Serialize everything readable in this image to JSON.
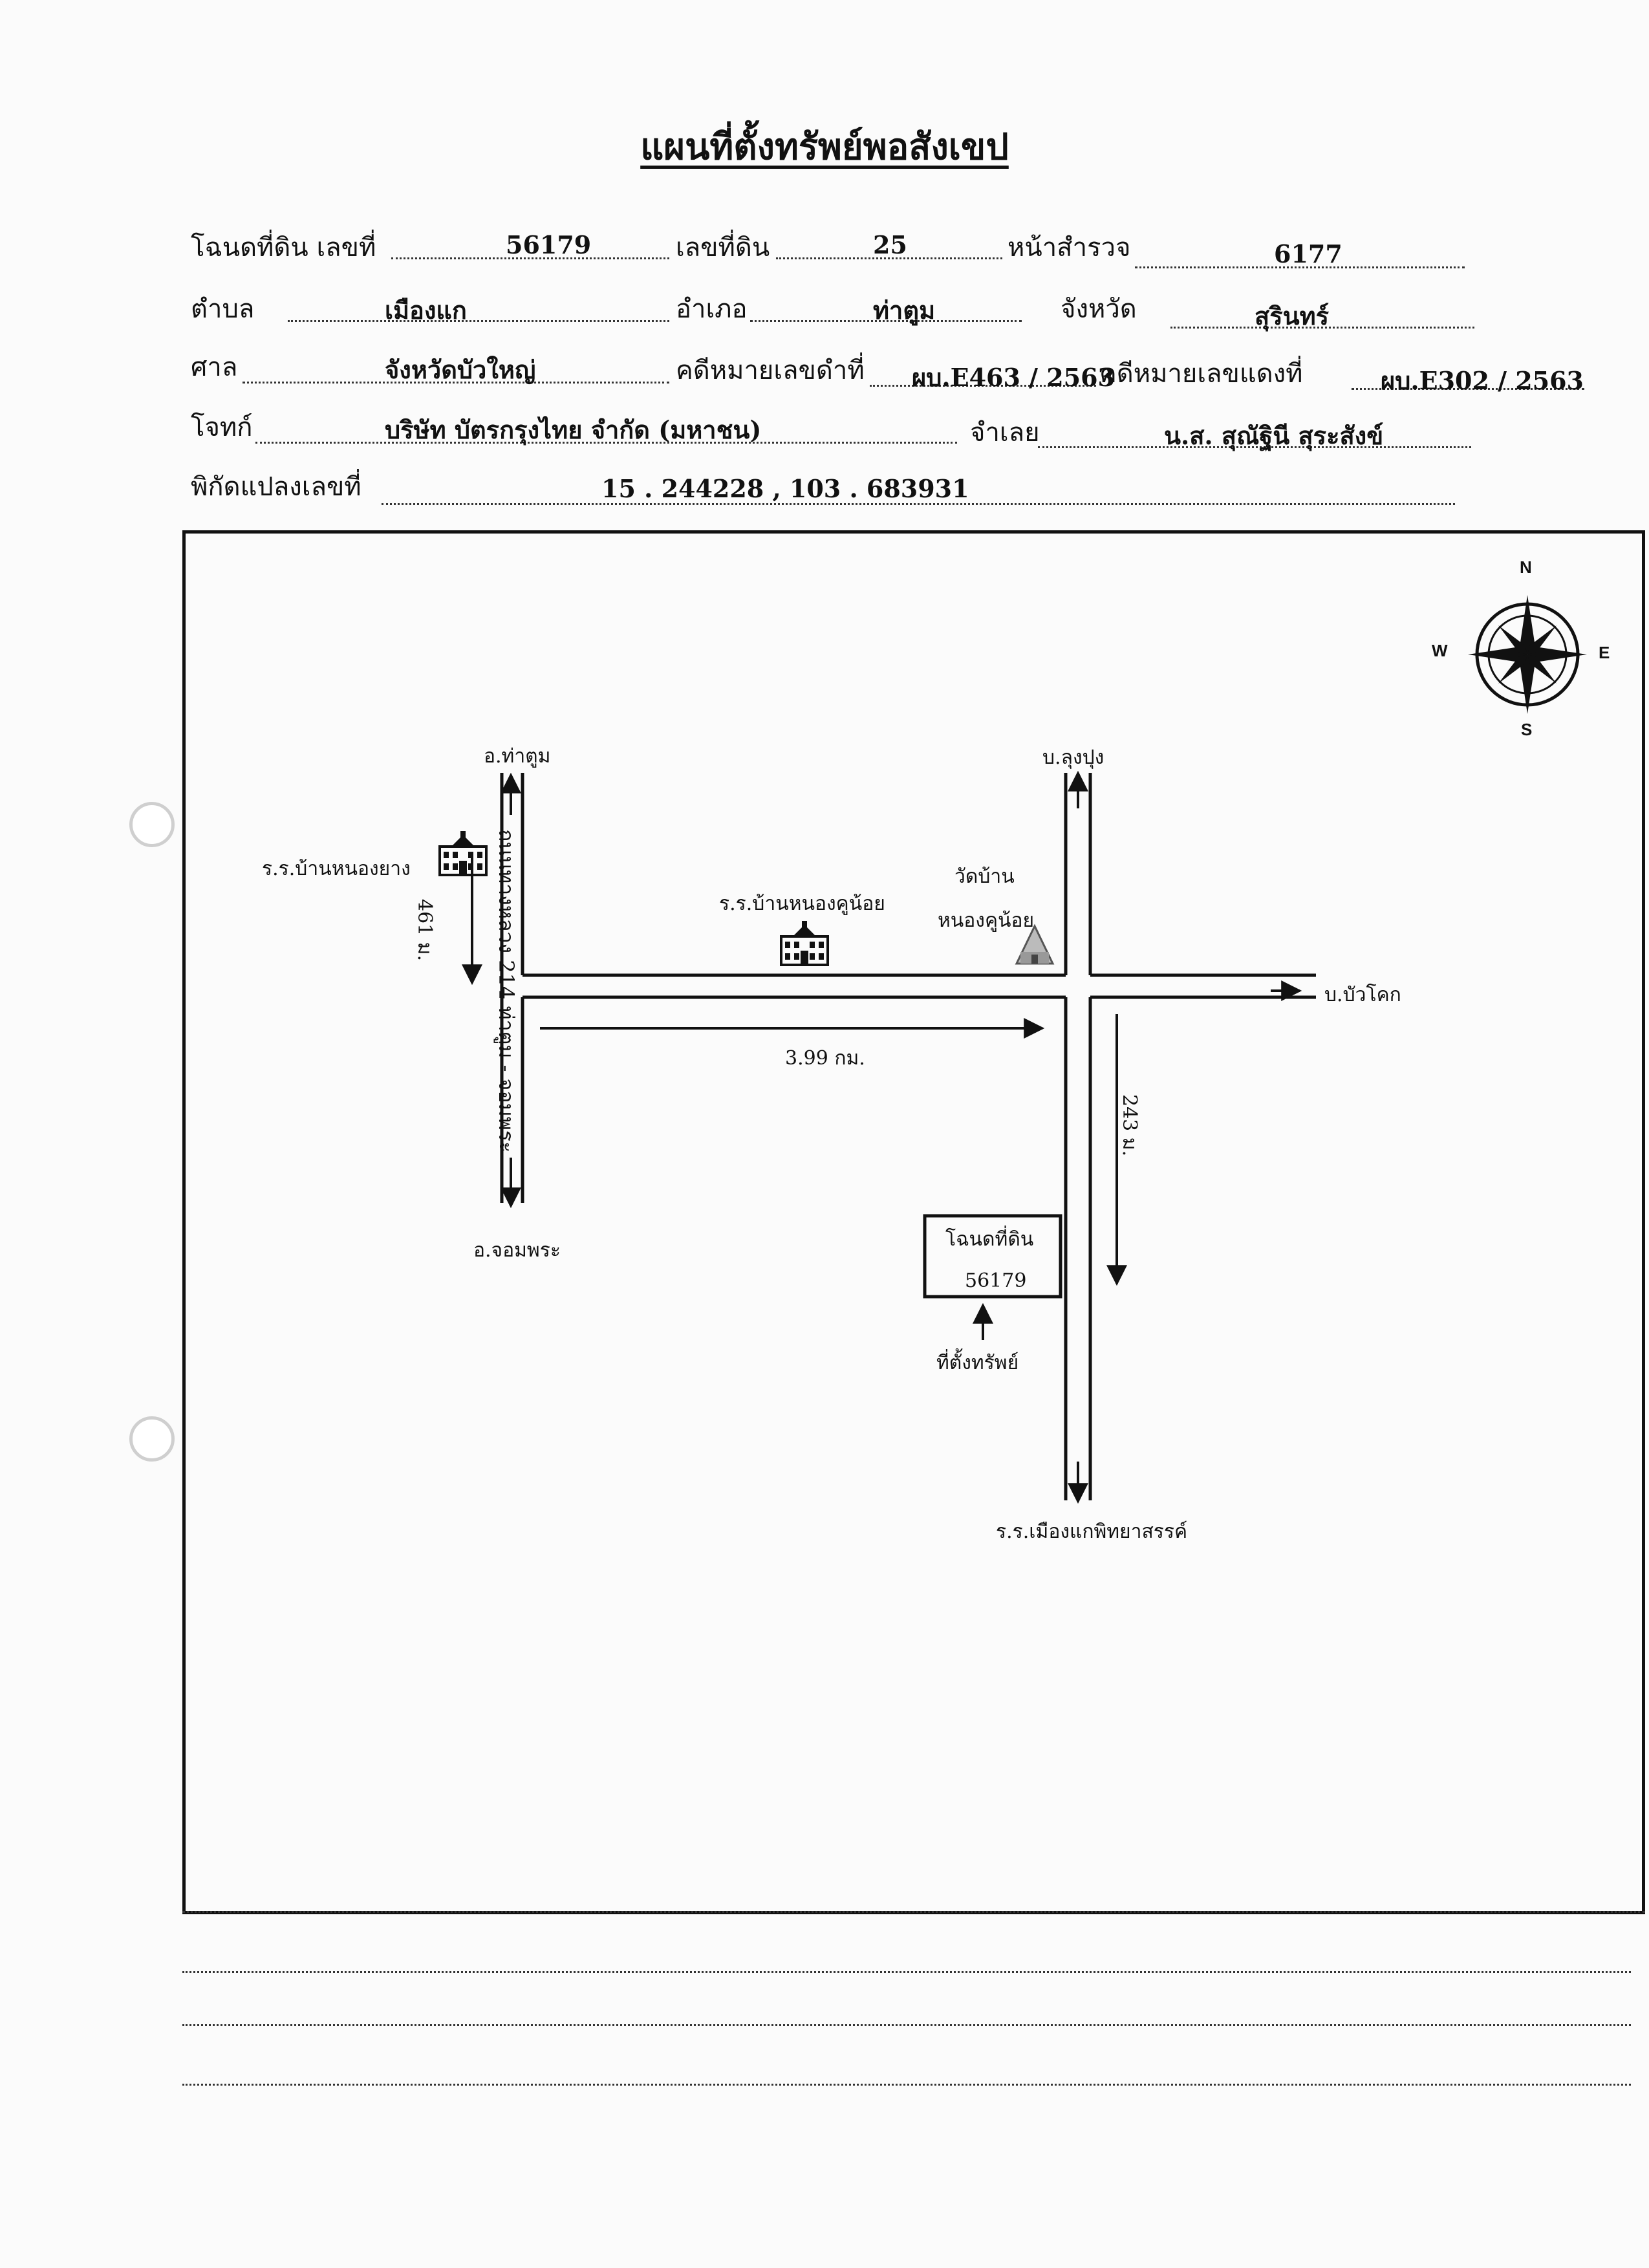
{
  "title": "แผนที่ตั้งทรัพย์พอสังเขป",
  "header": {
    "deed_label": "โฉนดที่ดิน เลขที่",
    "deed_no": "56179",
    "land_no_label": "เลขที่ดิน",
    "land_no": "25",
    "survey_label": "หน้าสำรวจ",
    "survey_no": "6177",
    "subdistrict_label": "ตำบล",
    "subdistrict": "เมืองแก",
    "district_label": "อำเภอ",
    "district": "ท่าตูม",
    "province_label": "จังหวัด",
    "province": "สุรินทร์",
    "court_label": "ศาล",
    "court": "จังหวัดบัวใหญ่",
    "black_case_label": "คดีหมายเลขดำที่",
    "black_case": "ผบ.E463 / 2563",
    "red_case_label": "คดีหมายเลขแดงที่",
    "red_case": "ผบ.E302 / 2563",
    "plaintiff_label": "โจทก์",
    "plaintiff": "บริษัท บัตรกรุงไทย จำกัด (มหาชน)",
    "defendant_label": "จำเลย",
    "defendant": "น.ส. สุณัฐินี  สุระสังข์",
    "coords_label": "พิกัดแปลงเลขที่",
    "coords": "15 . 244228 , 103 . 683931"
  },
  "map": {
    "compass": {
      "n": "N",
      "s": "S",
      "e": "E",
      "w": "W"
    },
    "road_highway": "ถนนทางหลวง 214 ท่าตูม - จอมพระ",
    "to_tatum": "อ.ท่าตูม",
    "to_chomphra": "อ.จอมพระ",
    "school_nongyang": "ร.ร.บ้านหนองยาง",
    "dist_461": "461 ม.",
    "school_nongkhunoi": "ร.ร.บ้านหนองคูน้อย",
    "temple_line1": "วัดบ้าน",
    "temple_line2": "หนองคูน้อย",
    "to_lungpung": "บ.ลุงปุง",
    "to_buakok": "บ.บัวโคก",
    "dist_399": "3.99 กม.",
    "dist_243": "243 ม.",
    "deed_box_line1": "โฉนดที่ดิน",
    "deed_box_line2": "56179",
    "property_location": "ที่ตั้งทรัพย์",
    "school_muangkae": "ร.ร.เมืองแกพิทยาสรรค์"
  },
  "colors": {
    "ink": "#111111",
    "paper": "#fbfbfb"
  }
}
